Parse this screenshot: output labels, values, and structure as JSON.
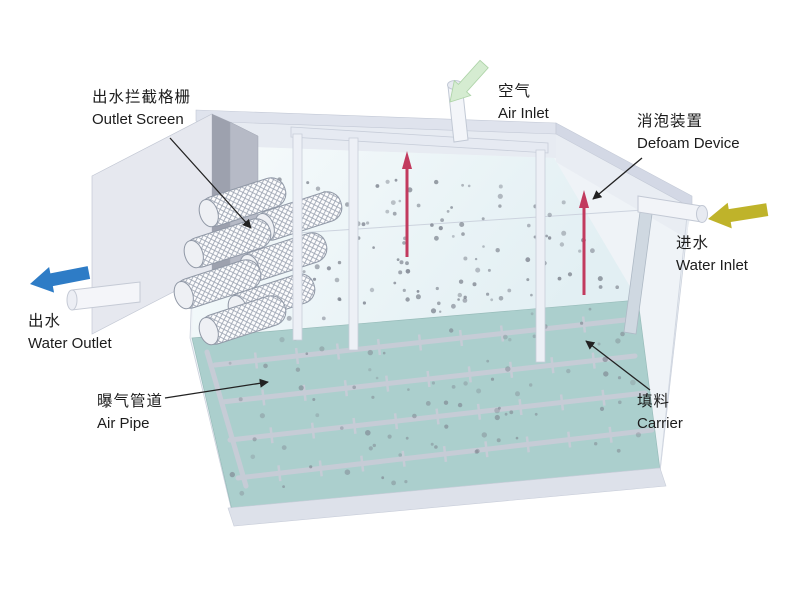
{
  "labels": {
    "outlet_screen": {
      "zh": "出水拦截格栅",
      "en": "Outlet Screen"
    },
    "air_inlet": {
      "zh": "空气",
      "en": "Air Inlet"
    },
    "defoam_device": {
      "zh": "消泡装置",
      "en": "Defoam Device"
    },
    "water_inlet": {
      "zh": "进水",
      "en": "Water Inlet"
    },
    "water_outlet": {
      "zh": "出水",
      "en": "Water Outlet"
    },
    "air_pipe": {
      "zh": "曝气管道",
      "en": "Air Pipe"
    },
    "carrier": {
      "zh": "填料",
      "en": "Carrier"
    }
  },
  "colors": {
    "water_outlet_arrow": "#2e7cc6",
    "water_inlet_arrow": "#bfb32a",
    "air_inlet_arrow": "#d5ecd1",
    "air_inlet_arrow_edge": "#aed4a8",
    "defoam_device": "#c23a5e",
    "tank_floor": "#abcfcd",
    "carrier_dot": "#7d838e",
    "text": "#1c1c1c"
  }
}
